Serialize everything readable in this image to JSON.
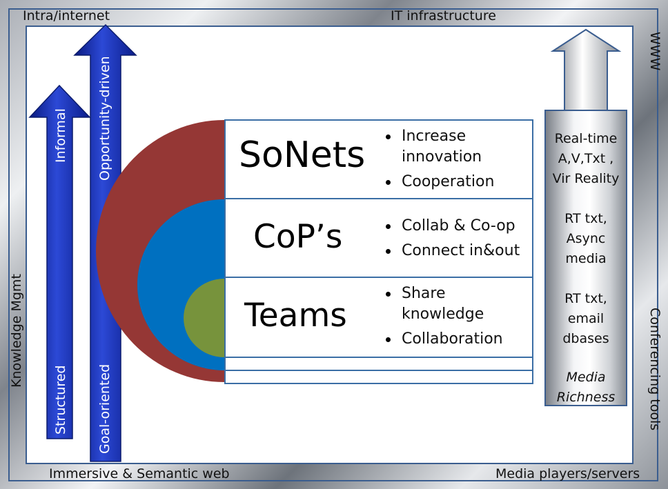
{
  "frame": {
    "top_left": "Intra/internet",
    "top_center": "IT infrastructure",
    "right_top": "WWW",
    "right_bottom": "Conferencing tools",
    "left_middle": "Knowledge Mgmt",
    "bottom_left": "Immersive & Semantic web",
    "bottom_right": "Media players/servers"
  },
  "arrows": {
    "structured": {
      "bottom": "Structured",
      "top": "Informal"
    },
    "goal": {
      "bottom": "Goal-oriented",
      "top": "Opportunity-driven"
    }
  },
  "rows": [
    {
      "title": "SoNets",
      "bullets": [
        "Increase innovation",
        "Cooperation"
      ]
    },
    {
      "title": "CoP’s",
      "bullets": [
        "Collab & Co-op",
        "Connect in&out"
      ]
    },
    {
      "title": "Teams",
      "bullets": [
        "Share knowledge",
        "Collaboration"
      ]
    }
  ],
  "media": {
    "group1": [
      "Real-time",
      "A,V,Txt ,",
      "Vir Reality"
    ],
    "group2": [
      "RT txt,",
      "Async",
      "media"
    ],
    "group3": [
      "RT txt,",
      "email",
      "dbases"
    ],
    "caption": [
      "Media",
      "Richness"
    ]
  },
  "colors": {
    "outer_ring": "#953735",
    "middle_ring": "#0070c0",
    "inner_circle": "#77933c",
    "arrow_blue": "#1a2ea8",
    "border": "#3a5d8f"
  }
}
